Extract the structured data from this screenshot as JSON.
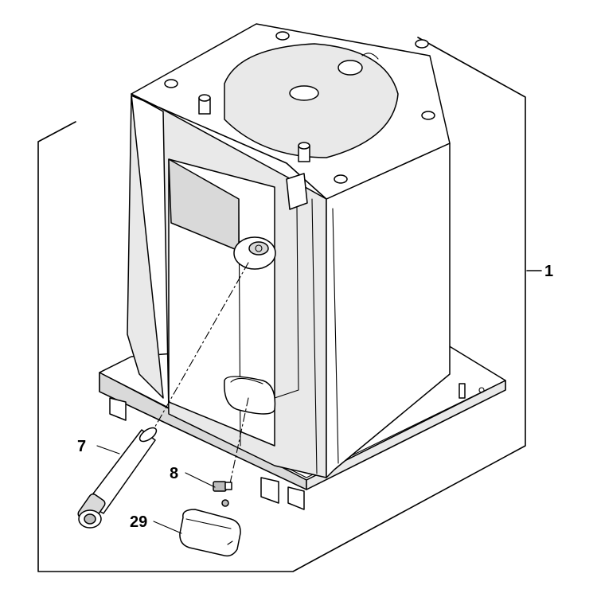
{
  "callouts": {
    "assembly": "1",
    "anode_rod": "7",
    "thermostat_clip": "8",
    "thermostat_cover": "29"
  }
}
